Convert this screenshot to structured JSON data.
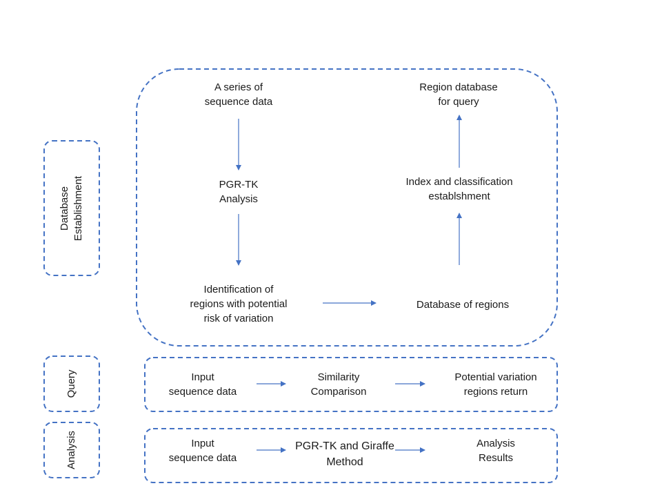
{
  "sections": {
    "database": {
      "label": [
        "Database",
        "Establishment"
      ]
    },
    "query": {
      "label": [
        "Query"
      ]
    },
    "analysis": {
      "label": [
        "Analysis"
      ]
    }
  },
  "database_nodes": {
    "series": [
      "A series of",
      "sequence data"
    ],
    "pgrtk": [
      "PGR-TK",
      "Analysis"
    ],
    "identification": [
      "Identification of",
      "regions with potential",
      "risk of variation"
    ],
    "db_regions": [
      "Database of regions"
    ],
    "index": [
      "Index and classification",
      "establshment"
    ],
    "region_db": [
      "Region database",
      "for query"
    ]
  },
  "query_nodes": {
    "input": [
      "Input",
      "sequence data"
    ],
    "similarity": [
      "Similarity",
      "Comparison"
    ],
    "potential": [
      "Potential variation",
      "regions return"
    ]
  },
  "analysis_nodes": {
    "input": [
      "Input",
      "sequence data"
    ],
    "method": [
      "PGR-TK and Giraffe",
      "Method"
    ],
    "results": [
      "Analysis",
      "Results"
    ]
  },
  "colors": {
    "border": "#4472c4",
    "arrow": "#4472c4",
    "text": "#1a1a1a"
  }
}
